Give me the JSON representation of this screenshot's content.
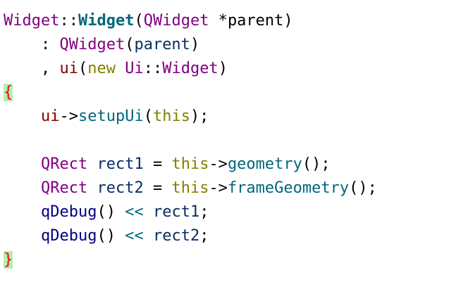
{
  "editor": {
    "lines": [
      [
        {
          "t": "Widget",
          "c": "#800080"
        },
        {
          "t": "::",
          "c": "#000000"
        },
        {
          "t": "Widget",
          "c": "#00677c",
          "b": true
        },
        {
          "t": "(",
          "c": "#000000"
        },
        {
          "t": "QWidget",
          "c": "#800080"
        },
        {
          "t": " *",
          "c": "#000000"
        },
        {
          "t": "parent",
          "c": "#000000"
        },
        {
          "t": ")",
          "c": "#000000"
        }
      ],
      [
        {
          "t": "    ",
          "c": "#000000"
        },
        {
          "t": ": ",
          "c": "#000000"
        },
        {
          "t": "QWidget",
          "c": "#800080"
        },
        {
          "t": "(",
          "c": "#000000"
        },
        {
          "t": "parent",
          "c": "#092e64"
        },
        {
          "t": ")",
          "c": "#000000"
        }
      ],
      [
        {
          "t": "    ",
          "c": "#000000"
        },
        {
          "t": ", ",
          "c": "#000000"
        },
        {
          "t": "ui",
          "c": "#800000"
        },
        {
          "t": "(",
          "c": "#000000"
        },
        {
          "t": "new",
          "c": "#808000"
        },
        {
          "t": " ",
          "c": "#000000"
        },
        {
          "t": "Ui",
          "c": "#800080"
        },
        {
          "t": "::",
          "c": "#000000"
        },
        {
          "t": "Widget",
          "c": "#800080"
        },
        {
          "t": ")",
          "c": "#000000"
        }
      ],
      [
        {
          "t": "{",
          "c": "#ff0000",
          "hl": true
        }
      ],
      [
        {
          "t": "    ",
          "c": "#000000"
        },
        {
          "t": "ui",
          "c": "#800000"
        },
        {
          "t": "->",
          "c": "#000000"
        },
        {
          "t": "setupUi",
          "c": "#00677c"
        },
        {
          "t": "(",
          "c": "#000000"
        },
        {
          "t": "this",
          "c": "#808000"
        },
        {
          "t": ");",
          "c": "#000000"
        }
      ],
      [],
      [
        {
          "t": "    ",
          "c": "#000000"
        },
        {
          "t": "QRect",
          "c": "#800080"
        },
        {
          "t": " ",
          "c": "#000000"
        },
        {
          "t": "rect1",
          "c": "#092e64"
        },
        {
          "t": " = ",
          "c": "#000000"
        },
        {
          "t": "this",
          "c": "#808000"
        },
        {
          "t": "->",
          "c": "#000000"
        },
        {
          "t": "geometry",
          "c": "#00677c"
        },
        {
          "t": "();",
          "c": "#000000"
        }
      ],
      [
        {
          "t": "    ",
          "c": "#000000"
        },
        {
          "t": "QRect",
          "c": "#800080"
        },
        {
          "t": " ",
          "c": "#000000"
        },
        {
          "t": "rect2",
          "c": "#092e64"
        },
        {
          "t": " = ",
          "c": "#000000"
        },
        {
          "t": "this",
          "c": "#808000"
        },
        {
          "t": "->",
          "c": "#000000"
        },
        {
          "t": "frameGeometry",
          "c": "#00677c"
        },
        {
          "t": "();",
          "c": "#000000"
        }
      ],
      [
        {
          "t": "    ",
          "c": "#000000"
        },
        {
          "t": "qDebug",
          "c": "#000080"
        },
        {
          "t": "() ",
          "c": "#000000"
        },
        {
          "t": "<<",
          "c": "#00677c"
        },
        {
          "t": " ",
          "c": "#000000"
        },
        {
          "t": "rect1",
          "c": "#092e64"
        },
        {
          "t": ";",
          "c": "#000000"
        }
      ],
      [
        {
          "t": "    ",
          "c": "#000000"
        },
        {
          "t": "qDebug",
          "c": "#000080"
        },
        {
          "t": "() ",
          "c": "#000000"
        },
        {
          "t": "<<",
          "c": "#00677c"
        },
        {
          "t": " ",
          "c": "#000000"
        },
        {
          "t": "rect2",
          "c": "#092e64"
        },
        {
          "t": ";",
          "c": "#000000"
        }
      ],
      [
        {
          "t": "}",
          "c": "#ff0000",
          "hl": true
        }
      ]
    ]
  }
}
